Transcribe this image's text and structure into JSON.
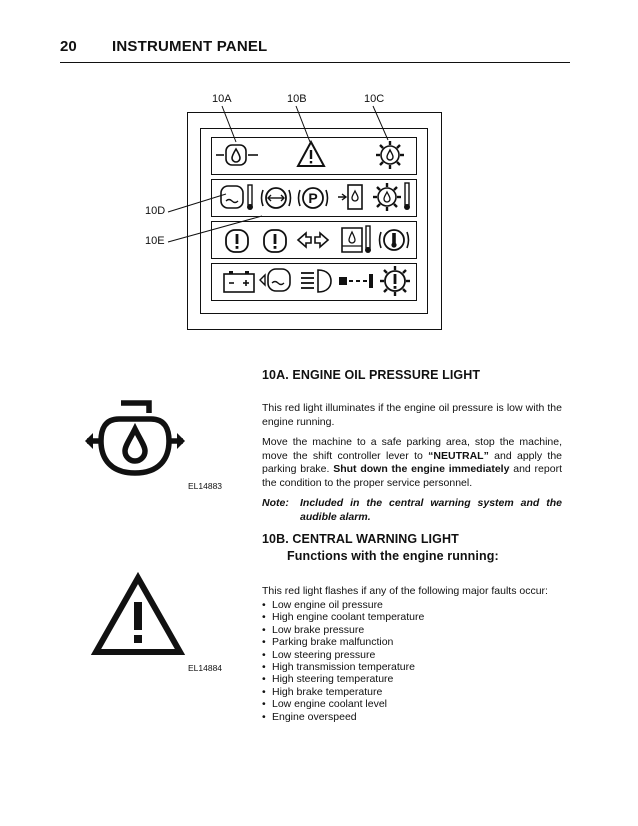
{
  "header": {
    "page_number": "20",
    "title": "INSTRUMENT PANEL"
  },
  "panel_figure": {
    "callouts": {
      "a": "10A",
      "b": "10B",
      "c": "10C",
      "d": "10D",
      "e": "10E"
    },
    "rows": [
      [
        "engine-oil-pressure-icon",
        "central-warning-icon",
        "transmission-oil-pressure-icon"
      ],
      [
        "engine-coolant-temp-icon",
        "brake-pressure-icon",
        "parking-brake-icon",
        "transmission-filter-icon",
        "transmission-temp-icon"
      ],
      [
        "engine-warning-icon",
        "engine-warning-icon",
        "turn-signal-icon",
        "hydraulic-oil-icon",
        "brake-temp-icon"
      ],
      [
        "battery-icon",
        "engine-coolant-level-icon",
        "high-beam-icon",
        "lube-icon",
        "engine-overspeed-icon"
      ]
    ]
  },
  "section_10a": {
    "heading": "10A. ENGINE OIL PRESSURE LIGHT",
    "p1": "This red light illuminates if the engine oil pressure is low with the engine running.",
    "p2_start": "Move the machine to a safe parking area, stop the machine, move the shift controller lever to ",
    "p2_neutral": "“NEUTRAL”",
    "p2_mid": " and apply the parking brake. ",
    "p2_bold": "Shut down the engine immediately",
    "p2_end": " and report the condition to the proper service personnel.",
    "note_label": "Note:",
    "note_text": "Included in the central warning system and the audible alarm.",
    "figure_code": "EL14883"
  },
  "section_10b": {
    "heading": "10B. CENTRAL WARNING LIGHT",
    "subheading": "Functions with the engine running:",
    "intro": "This red light flashes if any of the following major faults occur:",
    "faults": [
      "Low engine oil pressure",
      "High engine coolant temperature",
      "Low brake pressure",
      "Parking brake malfunction",
      "Low steering pressure",
      "High transmission temperature",
      "High steering temperature",
      "High brake temperature",
      "Low engine coolant level",
      "Engine overspeed"
    ],
    "figure_code": "EL14884"
  }
}
